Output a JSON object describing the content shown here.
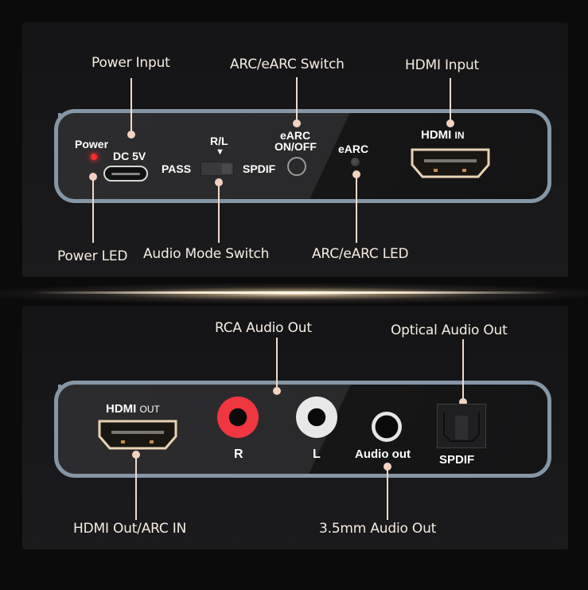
{
  "diagram": {
    "title": "Audio extractor port layout",
    "accent_color": "#f3d2c0",
    "frame_color": "#8596a6",
    "front_panel": {
      "callouts_top": [
        {
          "id": "power-input",
          "label": "Power Input"
        },
        {
          "id": "arc-earc-switch",
          "label": "ARC/eARC Switch"
        },
        {
          "id": "hdmi-input",
          "label": "HDMI Input"
        }
      ],
      "callouts_bottom": [
        {
          "id": "power-led",
          "label": "Power LED"
        },
        {
          "id": "audio-mode-switch",
          "label": "Audio Mode Switch"
        },
        {
          "id": "arc-earc-led",
          "label": "ARC/eARC LED"
        }
      ],
      "printed": {
        "power": "Power",
        "dc": "DC 5V",
        "rl": "R/L",
        "rl_arrow": "▼",
        "pass": "PASS",
        "spdif": "SPDIF",
        "earc_line1": "eARC",
        "earc_line2": "ON/OFF",
        "earc_led": "eARC",
        "hdmi_in_main": "HDMI",
        "hdmi_in_sub": "IN"
      }
    },
    "back_panel": {
      "callouts_top": [
        {
          "id": "rca-audio-out",
          "label": "RCA Audio Out"
        },
        {
          "id": "optical-audio-out",
          "label": "Optical Audio Out"
        }
      ],
      "callouts_bottom": [
        {
          "id": "hdmi-out-arc-in",
          "label": "HDMI Out/ARC IN"
        },
        {
          "id": "35mm-audio-out",
          "label": "3.5mm Audio Out"
        }
      ],
      "printed": {
        "hdmi_out_main": "HDMI",
        "hdmi_out_sub": "OUT",
        "rca_r": "R",
        "rca_l": "L",
        "audio_out": "Audio out",
        "spdif": "SPDIF"
      },
      "rca_colors": {
        "right": "#f0363f",
        "left": "#e8e8e8"
      }
    }
  }
}
